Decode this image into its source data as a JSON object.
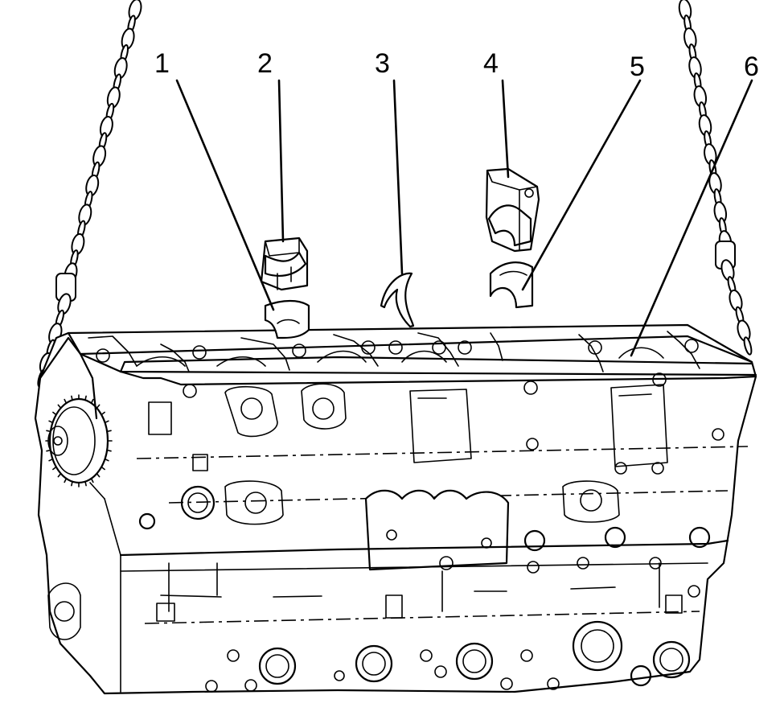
{
  "callouts": [
    {
      "id": 1,
      "label": "1"
    },
    {
      "id": 2,
      "label": "2"
    },
    {
      "id": 3,
      "label": "3"
    },
    {
      "id": 4,
      "label": "4"
    },
    {
      "id": 5,
      "label": "5"
    },
    {
      "id": 6,
      "label": "6"
    }
  ],
  "colors": {
    "line": "#000000",
    "background": "#ffffff"
  }
}
